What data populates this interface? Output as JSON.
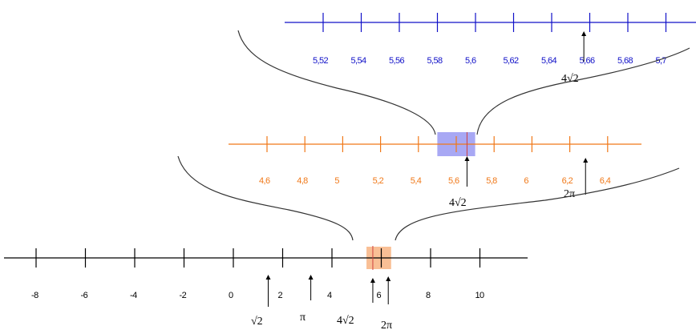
{
  "colors": {
    "bottom_line": "#000000",
    "middle_line": "#f07818",
    "top_line": "#1010c8",
    "bottom_zoom_box": "#f9bf95",
    "middle_zoom_box": "#a8a8f4",
    "brace": "#333333",
    "arrow": "#000000"
  },
  "bottom_axis": {
    "ticks": [
      "-8",
      "-6",
      "-4",
      "-2",
      "0",
      "2",
      "4",
      "6",
      "8",
      "10"
    ],
    "markers": [
      {
        "label": "√2",
        "value": 1.4142
      },
      {
        "label": "π",
        "value": 3.1416
      },
      {
        "label": "4√2",
        "value": 5.6569
      },
      {
        "label": "2π",
        "value": 6.2832
      }
    ],
    "zoom_range": [
      5.4,
      6.4
    ]
  },
  "middle_axis": {
    "ticks": [
      "4,6",
      "4,8",
      "5",
      "5,2",
      "5,4",
      "5,6",
      "5,8",
      "6",
      "6,2",
      "6,4"
    ],
    "markers": [
      {
        "label": "4√2",
        "value": 5.6569
      },
      {
        "label": "2π",
        "value": 6.2832
      }
    ],
    "zoom_range": [
      5.5,
      5.7
    ]
  },
  "top_axis": {
    "ticks": [
      "5,52",
      "5,54",
      "5,56",
      "5,58",
      "5,6",
      "5,62",
      "5,64",
      "5,66",
      "5,68",
      "5,7"
    ],
    "markers": [
      {
        "label": "4√2",
        "value": 5.6569
      }
    ]
  }
}
